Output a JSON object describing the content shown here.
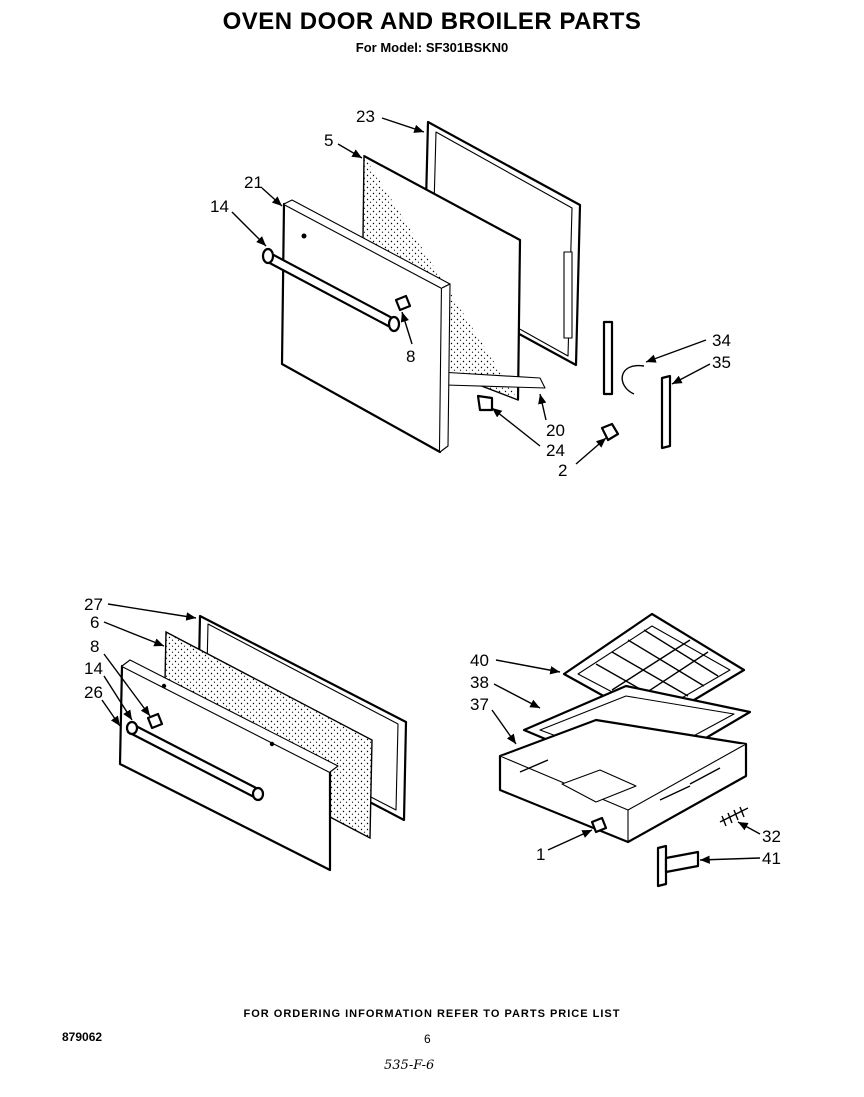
{
  "header": {
    "title": "OVEN DOOR AND BROILER PARTS",
    "model_line": "For Model: SF301BSKN0"
  },
  "callouts": {
    "oven_door": [
      "23",
      "5",
      "21",
      "14",
      "8",
      "34",
      "35",
      "20",
      "24",
      "2"
    ],
    "broiler_door": [
      "27",
      "6",
      "8",
      "14",
      "26"
    ],
    "broiler_pan": [
      "40",
      "38",
      "37",
      "1",
      "32",
      "41"
    ]
  },
  "footer": {
    "note": "FOR ORDERING INFORMATION REFER TO PARTS PRICE LIST",
    "document_number": "879062",
    "page": "6",
    "handwritten": "535-F-6"
  }
}
